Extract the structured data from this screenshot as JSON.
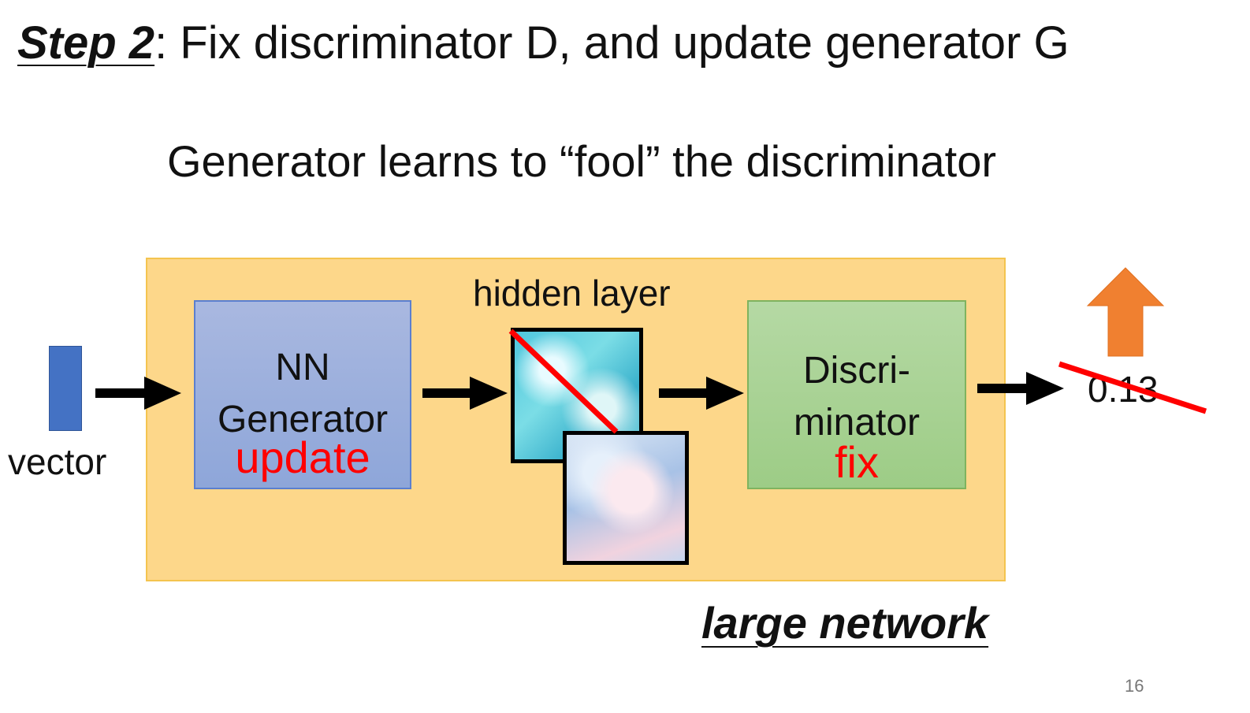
{
  "title": {
    "step_label": "Step 2",
    "text": ": Fix discriminator D, and update generator G"
  },
  "subtitle": "Generator learns to “fool” the discriminator",
  "diagram": {
    "input_label": "vector",
    "generator": {
      "line1": "NN",
      "line2": "Generator",
      "status": "update"
    },
    "hidden_label": "hidden layer",
    "discriminator": {
      "line1": "Discri-",
      "line2": "minator",
      "status": "fix"
    },
    "output_score": "0.13",
    "group_label": "large network"
  },
  "page_number": "16",
  "colors": {
    "group_fill": "#fdd78a",
    "generator_fill": "#9fb2df",
    "discriminator_fill": "#a9d394",
    "vector_fill": "#4472c4",
    "status_red": "#ff0000",
    "up_arrow": "#f08030"
  },
  "icons": [
    "right-arrow-icon",
    "up-arrow-icon",
    "strike-line"
  ]
}
